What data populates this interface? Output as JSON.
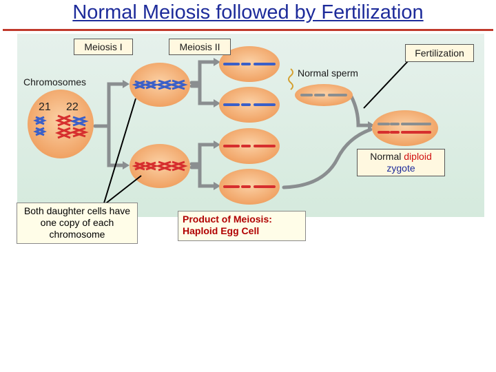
{
  "title": "Normal Meiosis followed by Fertilization",
  "labels": {
    "meiosis1": "Meiosis I",
    "meiosis2": "Meiosis II",
    "fertilization": "Fertilization",
    "chromosomes": "Chromosomes",
    "normal_sperm": "Normal sperm",
    "chrom_21": "21",
    "chrom_22": "22",
    "zygote_normal": "Normal ",
    "zygote_diploid": "diploid",
    "zygote_word": "zygote"
  },
  "notes": {
    "daughter_cells": "Both daughter cells have one copy of each chromosome",
    "egg_cell_line1": "Product of Meiosis:",
    "egg_cell_line2": "Haploid Egg Cell"
  },
  "colors": {
    "title": "#1d2b9a",
    "rule": "#c0392b",
    "cell": "#f4b27a",
    "chrom21": "#3a5fc8",
    "chrom22": "#d62e2e",
    "diploid": "#d01010",
    "zygote": "#1d2b9a"
  }
}
